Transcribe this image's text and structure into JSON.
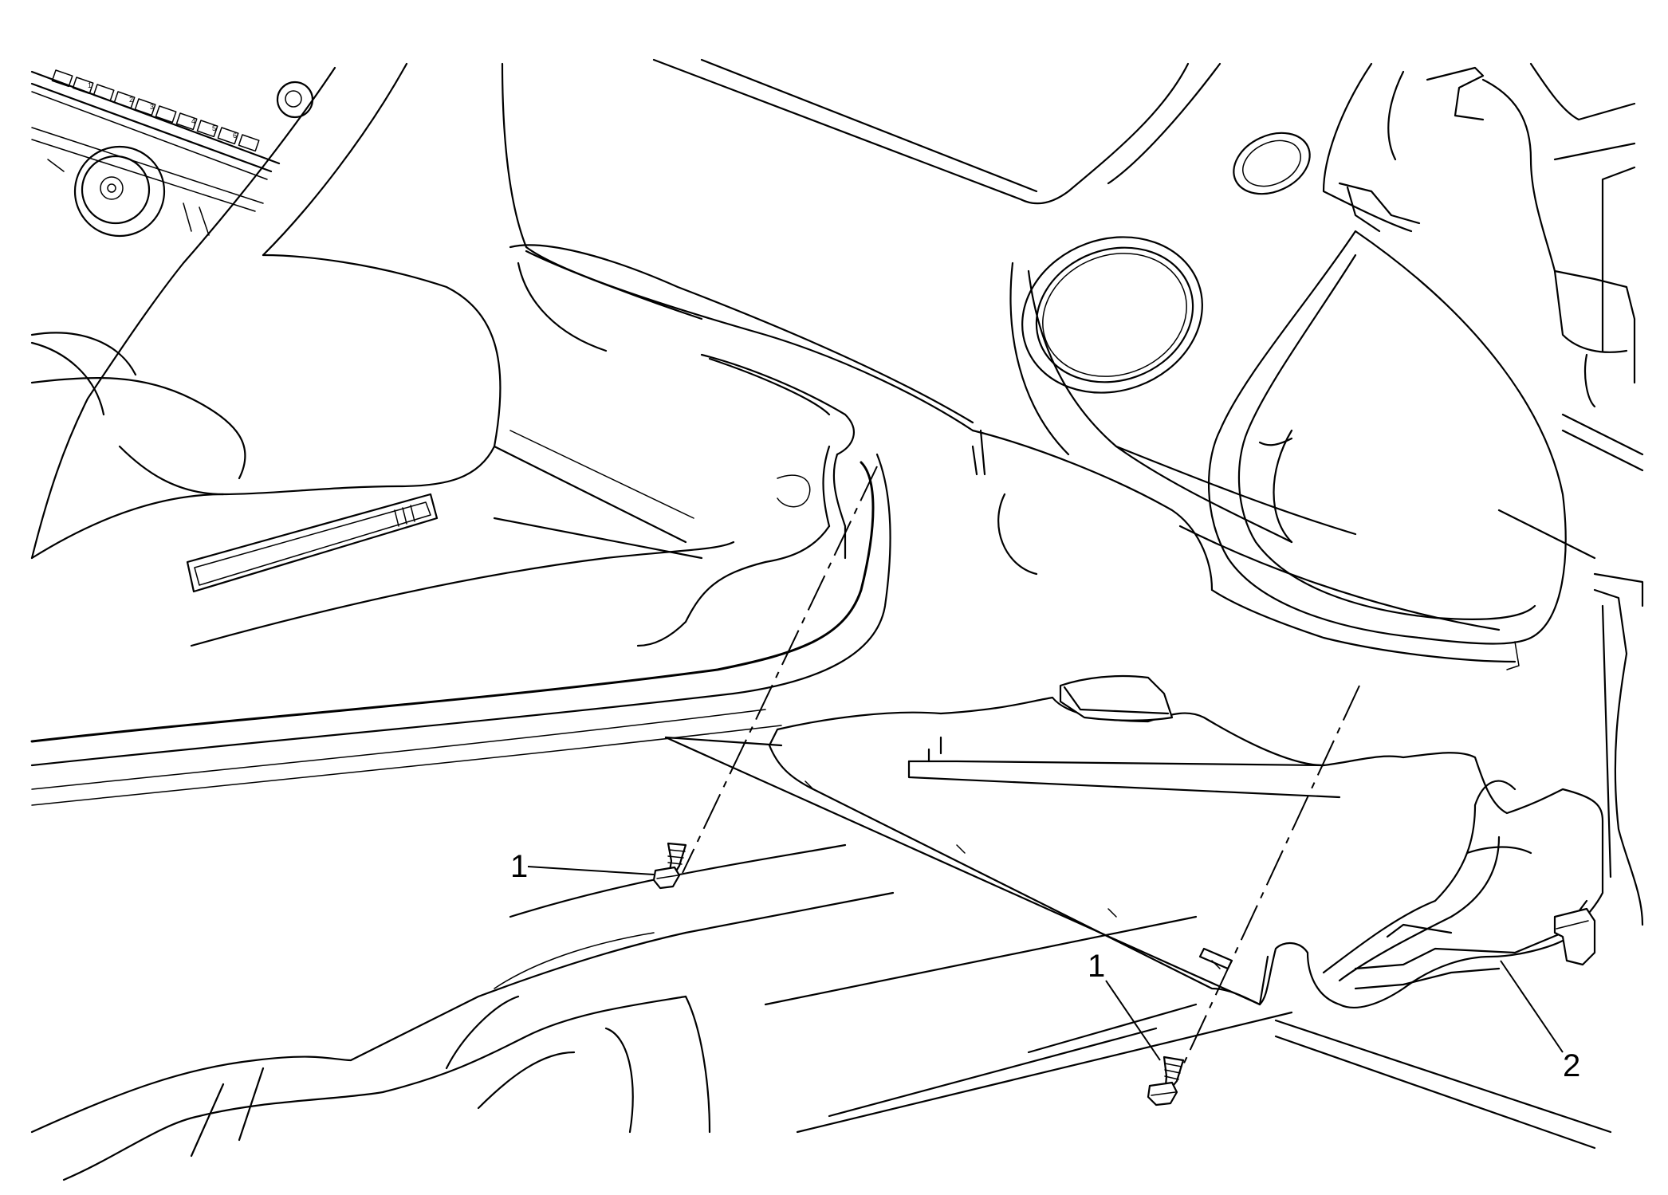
{
  "diagram": {
    "callouts": [
      {
        "id": "fastener-a",
        "label": "1"
      },
      {
        "id": "fastener-b",
        "label": "1"
      },
      {
        "id": "panel",
        "label": "2"
      }
    ],
    "radio_presets": [
      "1",
      "2",
      "3",
      "4",
      "5",
      "6"
    ]
  }
}
